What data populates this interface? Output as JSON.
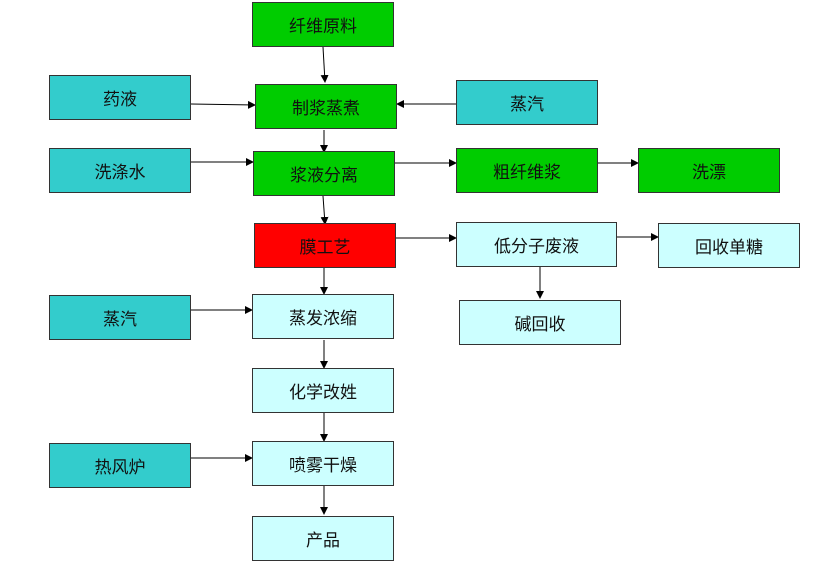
{
  "colors": {
    "green": "#00cc00",
    "teal": "#33cccc",
    "red": "#ff0000",
    "light_cyan": "#ccffff",
    "border": "#333333",
    "arrow": "#000000"
  },
  "nodes": {
    "fiber_raw": "纤维原料",
    "chemical_liquor": "药液",
    "pulping_cooking": "制浆蒸煮",
    "steam_top": "蒸汽",
    "wash_water": "洗涤水",
    "pulp_separation": "浆液分离",
    "coarse_fiber_pulp": "粗纤维浆",
    "bleaching": "洗漂",
    "membrane_process": "膜工艺",
    "low_molecular_waste": "低分子废液",
    "recover_monosaccharide": "回收单糖",
    "alkali_recovery": "碱回收",
    "steam_left": "蒸汽",
    "evaporation_concentration": "蒸发浓缩",
    "chemical_modification": "化学改姓",
    "hot_air_furnace": "热风炉",
    "spray_drying": "喷雾干燥",
    "product": "产品"
  }
}
